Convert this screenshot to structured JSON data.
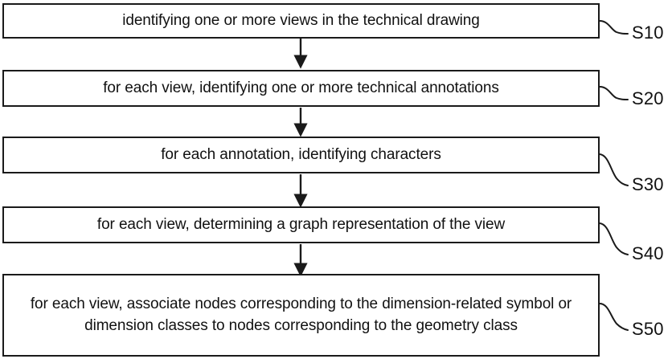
{
  "diagram": {
    "title": "Technical drawing analysis method flowchart",
    "type": "flowchart",
    "orientation": "vertical",
    "background_color": "#ffffff",
    "line_color": "#1a1a1a",
    "text_color": "#111111",
    "steps": [
      {
        "id": "S10",
        "text": "identifying one or more views in the technical drawing",
        "label": "S10"
      },
      {
        "id": "S20",
        "text": "for each view, identifying one or more technical annotations",
        "label": "S20"
      },
      {
        "id": "S30",
        "text": "for each annotation, identifying characters",
        "label": "S30"
      },
      {
        "id": "S40",
        "text": "for each view, determining a graph representation of the view",
        "label": "S40"
      },
      {
        "id": "S50",
        "text": "for each view, associate nodes corresponding to the dimension-related symbol or dimension classes to nodes corresponding to the geometry class",
        "label": "S50"
      }
    ],
    "connectors": [
      {
        "from": "S10",
        "to": "S20",
        "kind": "arrow-down"
      },
      {
        "from": "S20",
        "to": "S30",
        "kind": "arrow-down"
      },
      {
        "from": "S30",
        "to": "S40",
        "kind": "arrow-down"
      },
      {
        "from": "S40",
        "to": "S50",
        "kind": "arrow-down"
      }
    ]
  }
}
